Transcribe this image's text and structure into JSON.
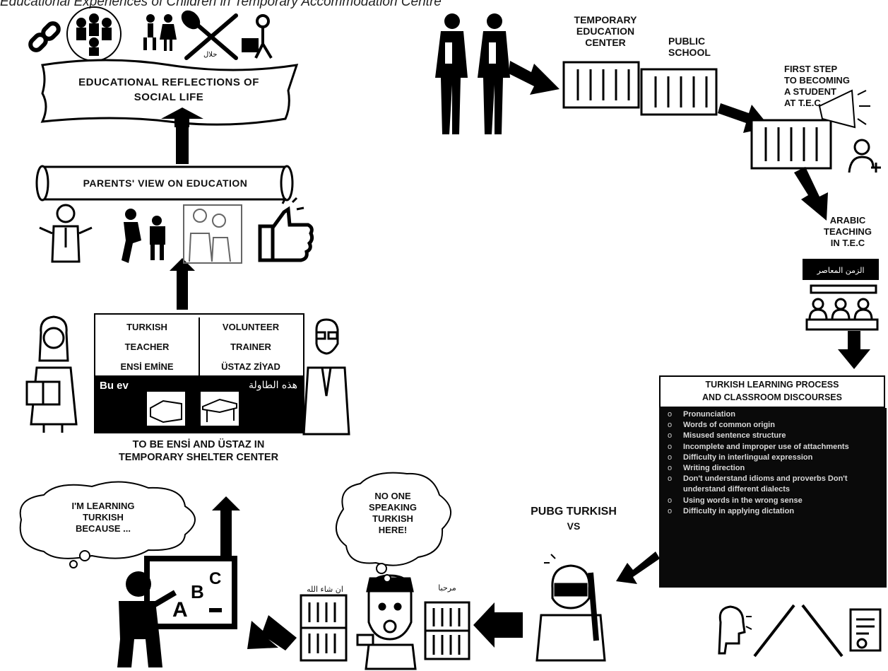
{
  "caption": "Educational Experiences of Children in Temporary Accommodation Centre",
  "banners": {
    "social_life_line1": "EDUCATIONAL  REFLECTIONS  OF",
    "social_life_line2": "SOCIAL LIFE",
    "parents_view": "PARENTS'  VIEW ON EDUCATION"
  },
  "table": {
    "col1": [
      "TURKISH",
      "TEACHER",
      "ENSİ EMİNE"
    ],
    "col2": [
      "VOLUNTEER",
      "TRAINER",
      "ÜSTAZ ZİYAD"
    ],
    "word_turkish": "Bu ev",
    "word_arabic": "هذه الطاولة"
  },
  "ensi_caption_line1": "TO BE ENSİ AND ÜSTAZ IN",
  "ensi_caption_line2": "TEMPORARY  SHELTER CENTER",
  "clouds": {
    "learning": [
      "I'M LEARNING",
      "TURKISH",
      "BECAUSE ..."
    ],
    "no_one": [
      "NO ONE",
      "SPEAKING",
      "TURKISH",
      "HERE!"
    ]
  },
  "arabic_words": {
    "inshallah": "ان شاء الله",
    "marhaba": "مرحبا",
    "board_text": "الزمن المعاصر"
  },
  "board_letters": [
    "A",
    "B",
    "C"
  ],
  "halal_mark": "حلال",
  "pubg": {
    "line1": "PUBG  TURKISH",
    "line2": "VS"
  },
  "flow": {
    "temporary_education_center": [
      "TEMPORARY",
      "EDUCATION",
      "CENTER"
    ],
    "public_school": [
      "PUBLIC",
      "SCHOOL"
    ],
    "first_step": [
      "FIRST STEP",
      "TO BECOMING",
      "A STUDENT",
      "AT T.E.C"
    ],
    "arabic_teaching": [
      "ARABIC",
      "TEACHING",
      "IN T.E.C"
    ]
  },
  "turkish_process": {
    "title_line1": "TURKISH LEARNING PROCESS",
    "title_line2": "AND CLASSROOM DISCOURSES",
    "items": [
      "Pronunciation",
      "Words of common origin",
      "Misused sentence structure",
      "Incomplete and improper use of attachments",
      "Difficulty in interlingual expression",
      "Writing direction",
      "Don't understand idioms and proverbs Don't understand different dialects",
      "Using words in the wrong sense",
      "Difficulty in applying dictation"
    ]
  }
}
